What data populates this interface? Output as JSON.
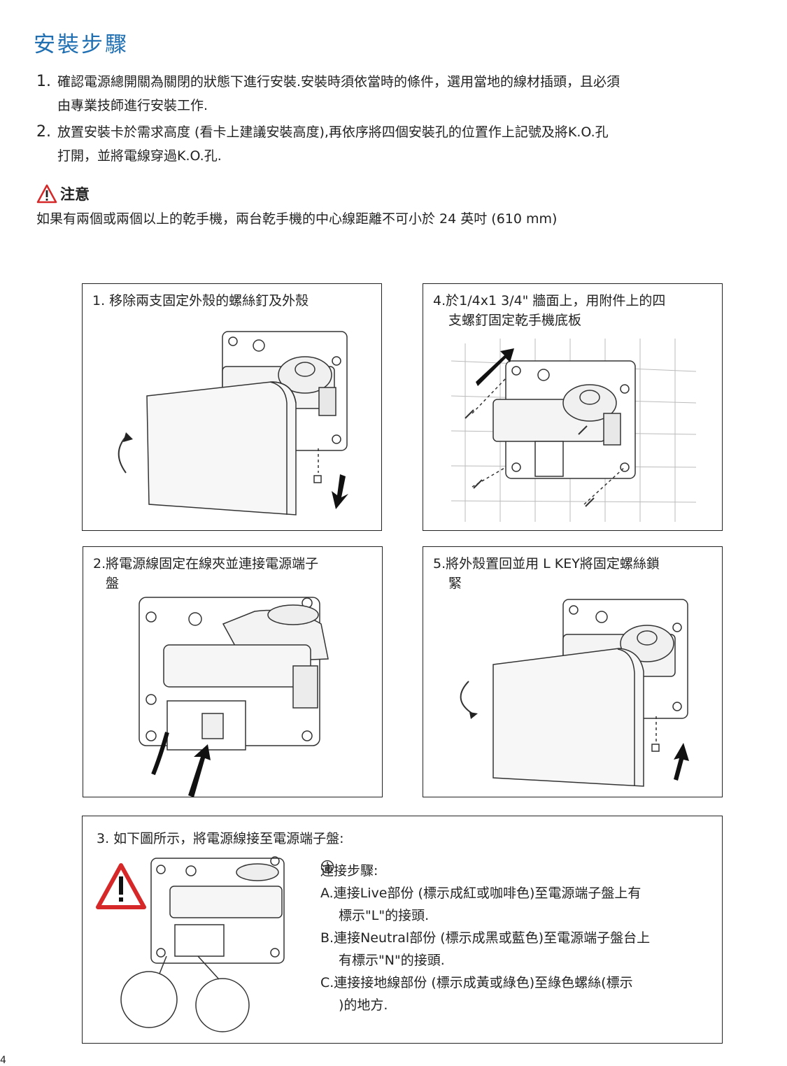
{
  "title": "安裝步驟",
  "steps": [
    {
      "num": "1.",
      "line1": "確認電源總開關為關閉的狀態下進行安裝.安裝時須依當時的條件，選用當地的線材插頭，且必須",
      "line2": "由專業技師進行安裝工作."
    },
    {
      "num": "2.",
      "line1": "放置安裝卡於需求高度 (看卡上建議安裝高度),再依序將四個安裝孔的位置作上記號及將K.O.孔",
      "line2": "打開，並將電線穿過K.O.孔."
    }
  ],
  "caution": {
    "title": "注意",
    "text": "如果有兩個或兩個以上的乾手機，兩台乾手機的中心線距離不可小於 24 英吋 (610 mm)"
  },
  "panels": {
    "p1": {
      "label": "1. 移除兩支固定外殼的螺絲釘及外殼"
    },
    "p4": {
      "line1": "4.於1/4x1 3/4\"  牆面上，用附件上的四",
      "line2": "支螺釘固定乾手機底板"
    },
    "p2": {
      "line1": "2.將電源線固定在線夾並連接電源端子",
      "line2": "盤"
    },
    "p5": {
      "line1": "5.將外殼置回並用 L KEY將固定螺絲鎖",
      "line2": "緊"
    },
    "p3": {
      "label": "3. 如下圖所示，將電源線接至電源端子盤:",
      "conn_title": "連接步驟:",
      "a1": "A.連接Live部份 (標示成紅或咖啡色)至電源端子盤上有",
      "a2": "標示\"L\"的接頭.",
      "b1": "B.連接Neutral部份 (標示成黑或藍色)至電源端子盤台上",
      "b2": "有標示\"N\"的接頭.",
      "c1": "C.連接接地線部份 (標示成黃或綠色)至綠色螺絲(標示",
      "c2": ")的地方."
    }
  },
  "page_number": "4",
  "colors": {
    "title": "#1f6fb2",
    "warning": "#d62828"
  }
}
